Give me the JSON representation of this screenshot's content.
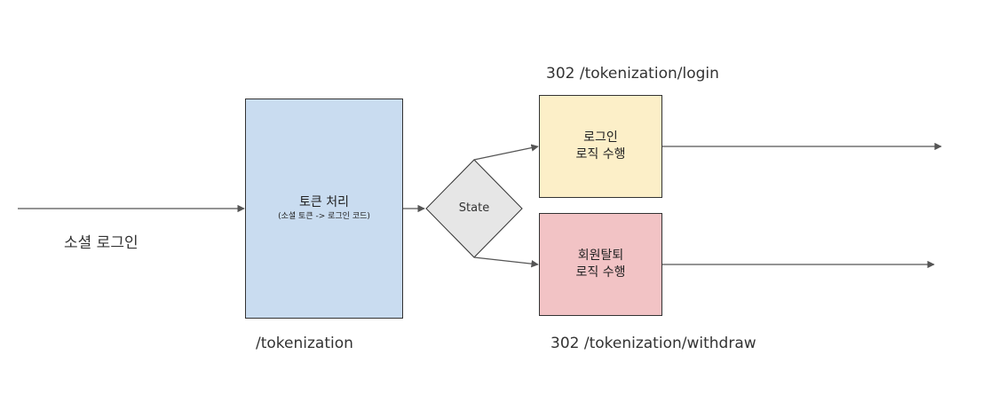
{
  "labels": {
    "social_login": "소셜 로그인",
    "tokenization_path": "/tokenization",
    "login_redirect": "302 /tokenization/login",
    "withdraw_redirect": "302 /tokenization/withdraw"
  },
  "nodes": {
    "token": {
      "title": "토큰 처리",
      "subtitle": "(소셜 토큰 -> 로그인 코드)",
      "color": "#c9dcf0"
    },
    "state": {
      "label": "State",
      "color": "#e6e6e6"
    },
    "login": {
      "line1": "로그인",
      "line2": "로직 수행",
      "color": "#fcefc8"
    },
    "withdraw": {
      "line1": "회원탈퇴",
      "line2": "로직 수행",
      "color": "#f2c3c5"
    }
  },
  "edge_color": "#555555"
}
